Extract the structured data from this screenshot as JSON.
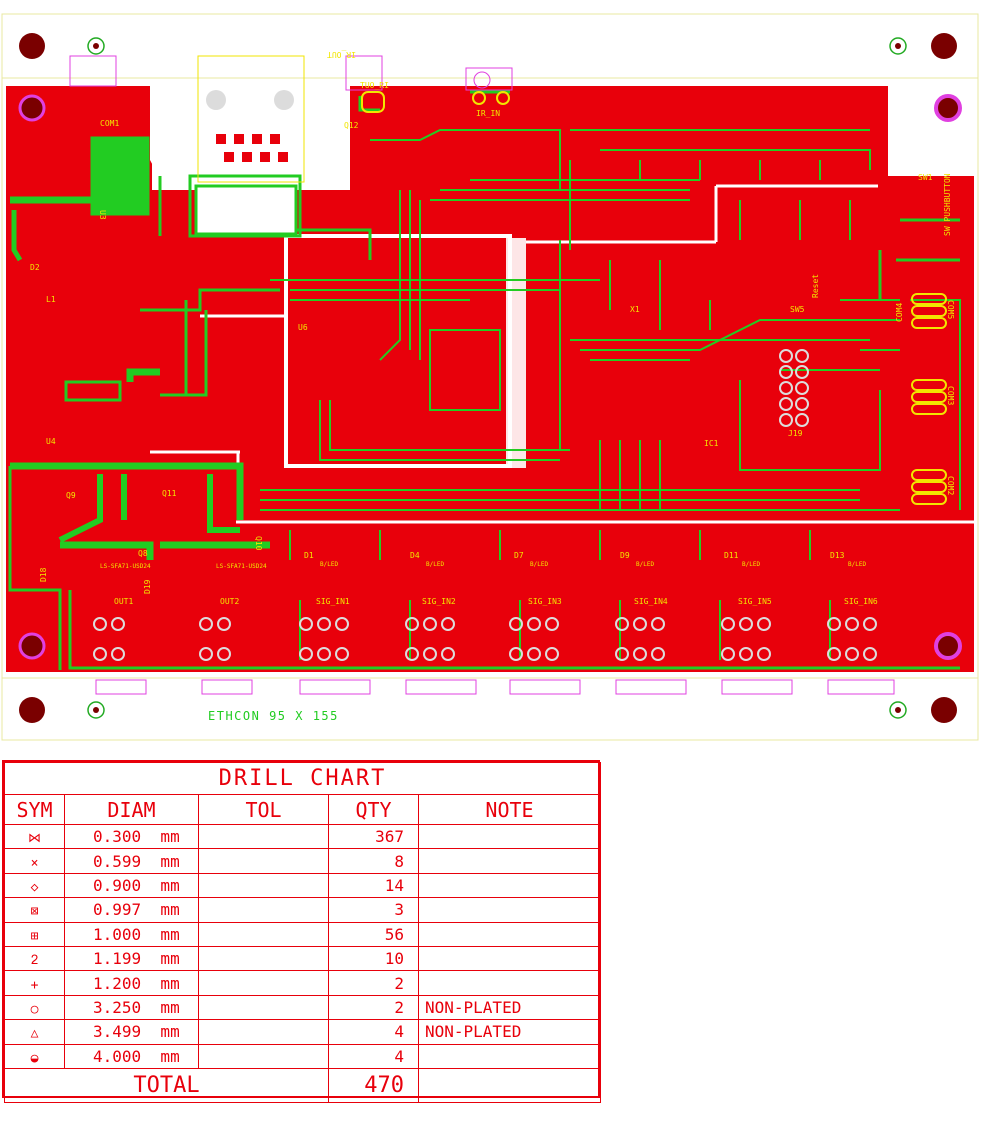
{
  "board": {
    "title_text": "ETHCON 95 X 155",
    "colors": {
      "copper": "#e8000b",
      "trace": "#22cc22",
      "silk": "#f2e600",
      "outline": "#e8e8a0",
      "pad": "#dcdcdc",
      "mount": "#7a0000",
      "magenta": "#e040e0"
    },
    "labels": {
      "com1": "COM1",
      "u3": "U3",
      "d2": "D2",
      "l1": "L1",
      "u4": "U4",
      "q9": "Q9",
      "q11": "Q11",
      "q8": "Q8",
      "q10": "Q10",
      "u6": "U6",
      "d18": "D18",
      "d19": "D19",
      "out1": "OUT1",
      "out2": "OUT2",
      "led10": "LS-SFA71-USD24",
      "led11": "LS-SFA71-USD24",
      "sw1": "SW1",
      "pushbutton": "SW PUSHBUTTON",
      "reset": "Reset",
      "sw5": "SW5",
      "com5": "COM5",
      "com4": "COM4",
      "com3": "COM3",
      "com2": "COM2",
      "ir_out_top": "IR_OUT",
      "ir_out": "TUO_RI",
      "ir_in": "IR_IN",
      "q12": "Q12",
      "ic1": "IC1",
      "x1": "X1",
      "j19": "J19",
      "sig_in1": "SIG_IN1",
      "sig_in2": "SIG_IN2",
      "sig_in3": "SIG_IN3",
      "sig_in4": "SIG_IN4",
      "sig_in5": "SIG_IN5",
      "sig_in6": "SIG_IN6",
      "d1": "D1",
      "d4": "D4",
      "d7": "D7",
      "d9": "D9",
      "d11": "D11",
      "d13": "D13",
      "led12": "B/LED",
      "led13": "B/LED",
      "led14": "B/LED",
      "led15": "B/LED",
      "led16": "B/LED",
      "led17": "B/LED"
    }
  },
  "drill_chart": {
    "title": "DRILL CHART",
    "headers": {
      "sym": "SYM",
      "diam": "DIAM",
      "tol": "TOL",
      "qty": "QTY",
      "note": "NOTE"
    },
    "rows": [
      {
        "sym_icon": "bowtie-icon",
        "sym": "⋈",
        "diam": "0.300  mm",
        "tol": "",
        "qty": "367",
        "note": ""
      },
      {
        "sym_icon": "cross-icon",
        "sym": "×",
        "diam": "0.599  mm",
        "tol": "",
        "qty": "8",
        "note": ""
      },
      {
        "sym_icon": "diamond-icon",
        "sym": "◇",
        "diam": "0.900  mm",
        "tol": "",
        "qty": "14",
        "note": ""
      },
      {
        "sym_icon": "boxed-x-icon",
        "sym": "⊠",
        "diam": "0.997  mm",
        "tol": "",
        "qty": "3",
        "note": ""
      },
      {
        "sym_icon": "boxed-plus-icon",
        "sym": "⊞",
        "diam": "1.000  mm",
        "tol": "",
        "qty": "56",
        "note": ""
      },
      {
        "sym_icon": "step-icon",
        "sym": "ᒿ",
        "diam": "1.199  mm",
        "tol": "",
        "qty": "10",
        "note": ""
      },
      {
        "sym_icon": "plus-icon",
        "sym": "+",
        "diam": "1.200  mm",
        "tol": "",
        "qty": "2",
        "note": ""
      },
      {
        "sym_icon": "circle-icon",
        "sym": "○",
        "diam": "3.250  mm",
        "tol": "",
        "qty": "2",
        "note": "NON-PLATED"
      },
      {
        "sym_icon": "triangle-icon",
        "sym": "△",
        "diam": "3.499  mm",
        "tol": "",
        "qty": "4",
        "note": "NON-PLATED"
      },
      {
        "sym_icon": "filled-circle-icon",
        "sym": "◒",
        "diam": "4.000  mm",
        "tol": "",
        "qty": "4",
        "note": ""
      }
    ],
    "total_label": "TOTAL",
    "total_qty": "470"
  }
}
